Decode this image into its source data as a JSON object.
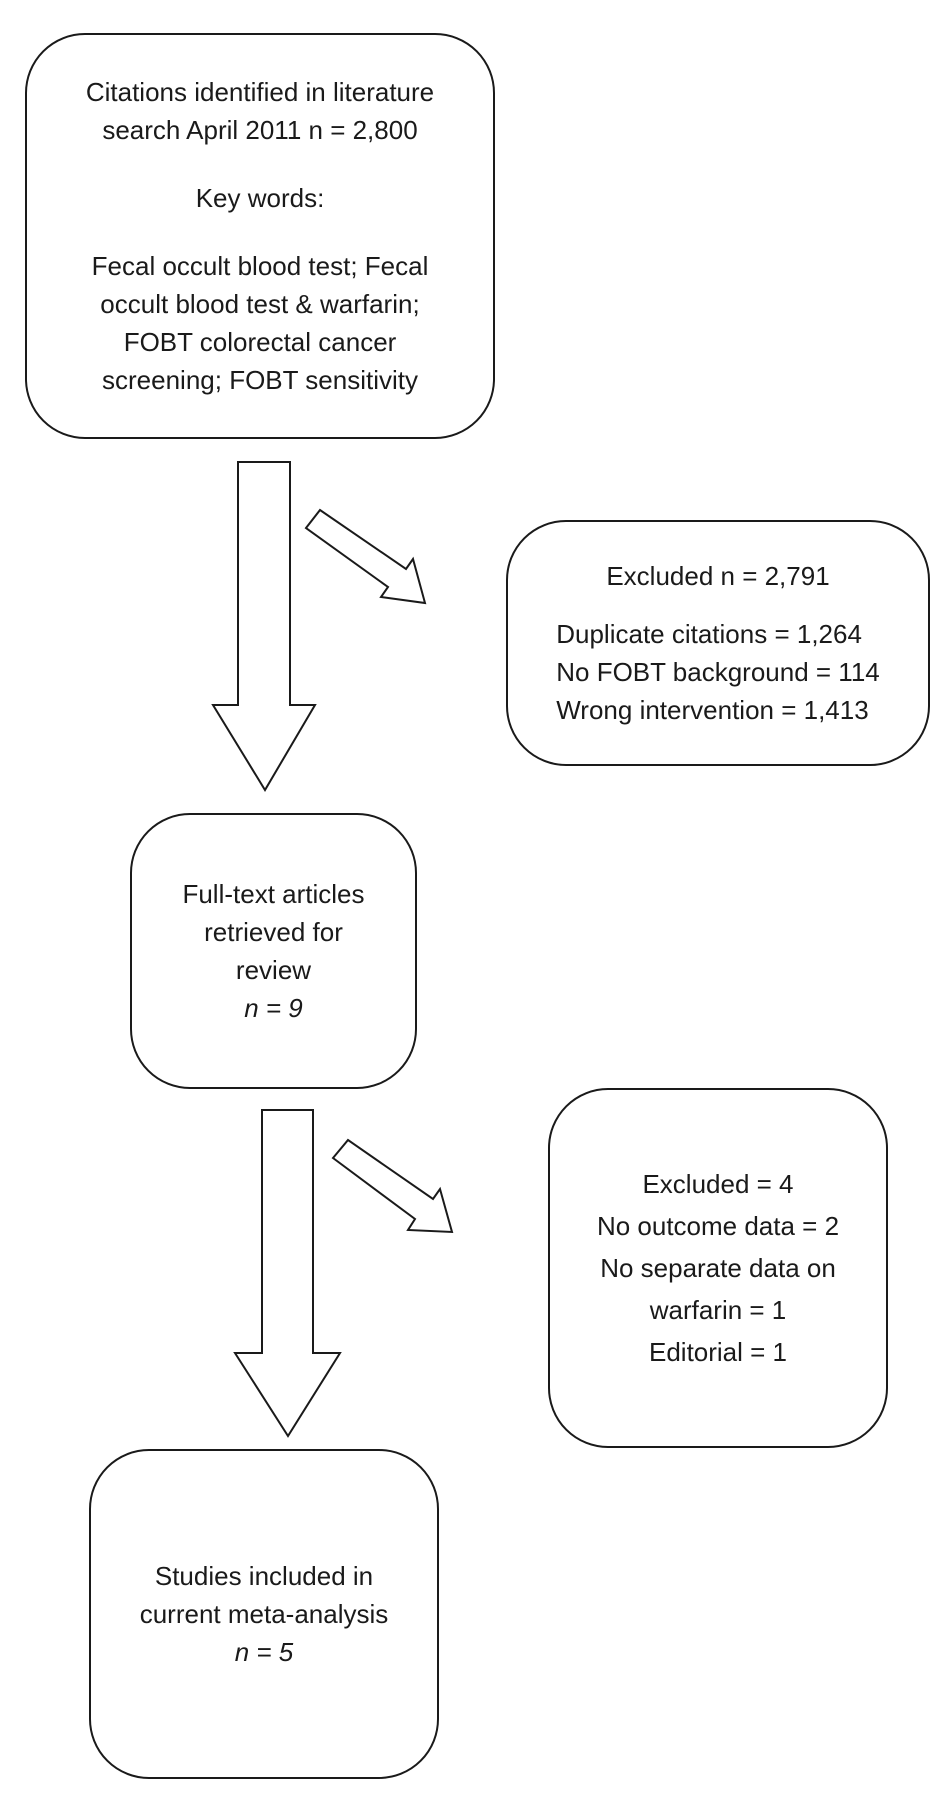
{
  "box_search": {
    "line1": "Citations identified in literature",
    "line2": "search April 2011 n = 2,800",
    "keywords_heading": "Key words:",
    "keywords_line1": "Fecal occult blood test; Fecal",
    "keywords_line2": "occult blood test & warfarin;",
    "keywords_line3": "FOBT colorectal cancer",
    "keywords_line4": "screening; FOBT sensitivity"
  },
  "box_excluded_1": {
    "heading": "Excluded n = 2,791",
    "items": [
      "Duplicate citations = 1,264",
      "No FOBT background = 114",
      "Wrong intervention = 1,413"
    ]
  },
  "box_fulltext": {
    "line1": "Full-text articles",
    "line2": "retrieved for",
    "line3": "review",
    "count": "n = 9"
  },
  "box_excluded_2": {
    "lines": [
      "Excluded = 4",
      "No outcome data = 2",
      "No separate data on",
      "warfarin = 1",
      "Editorial = 1"
    ]
  },
  "box_included": {
    "line1": "Studies included in",
    "line2": "current meta-analysis",
    "count": "n = 5"
  }
}
